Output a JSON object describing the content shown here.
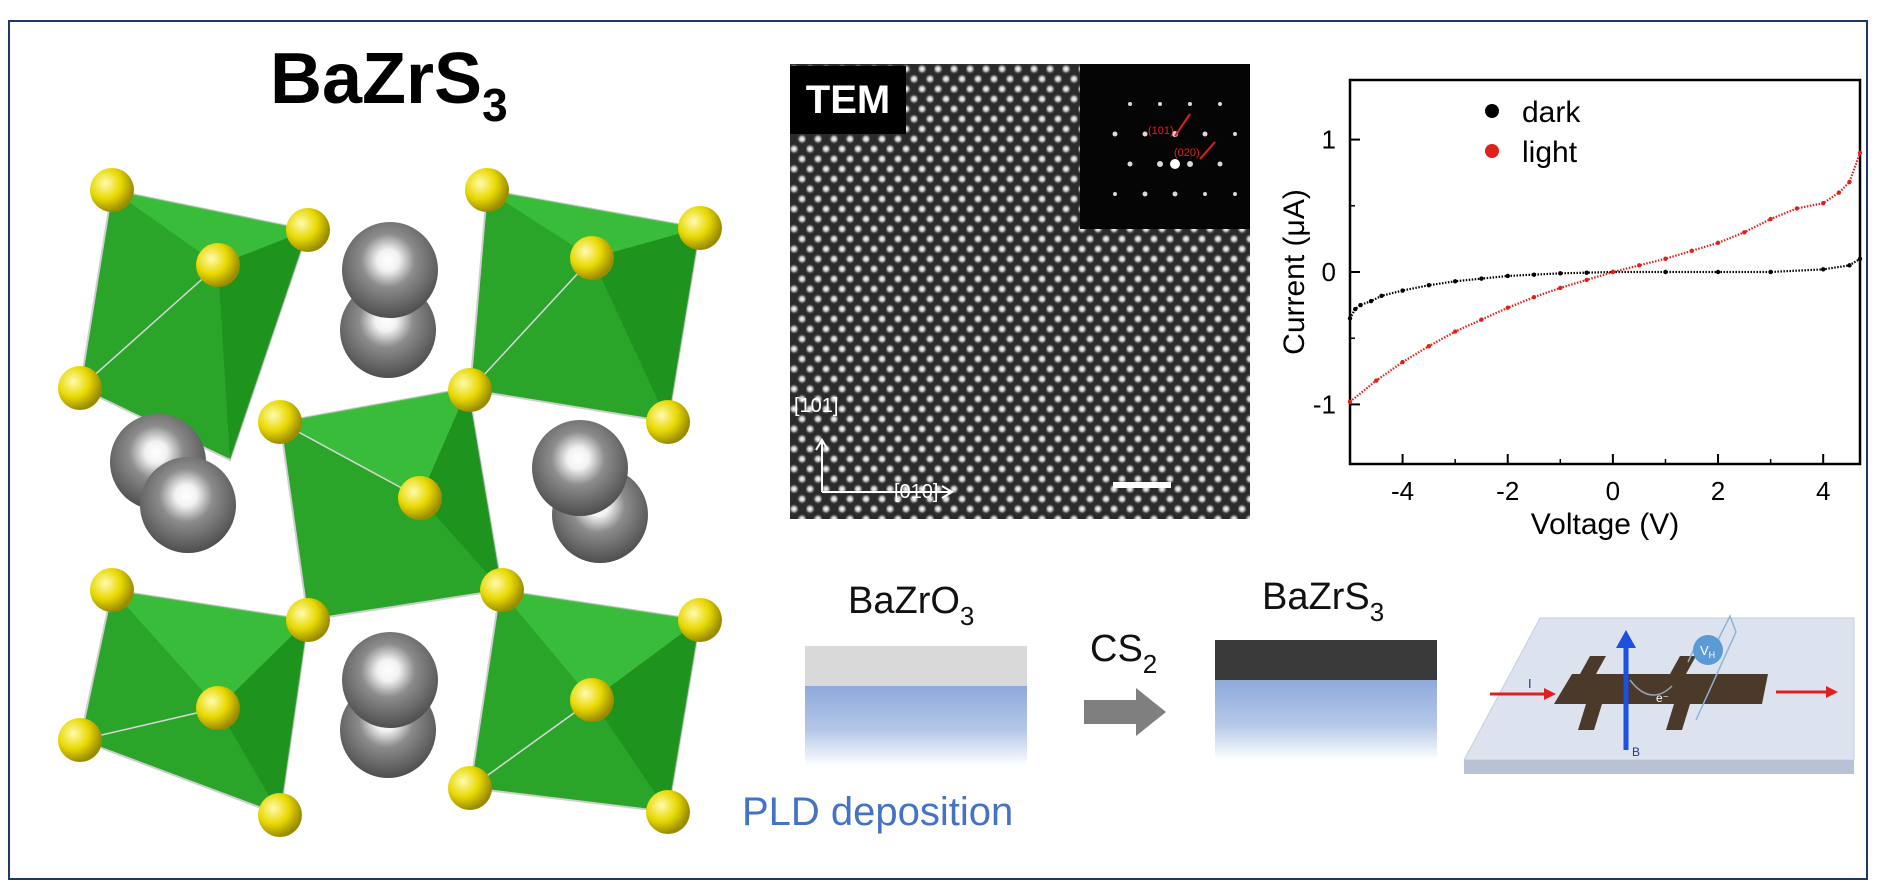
{
  "structure": {
    "formula_main": "BaZrS",
    "formula_sub": "3",
    "colors": {
      "octahedron": "#1fa01f",
      "sulfur": "#e8d800",
      "barium": "#7a7a7a"
    }
  },
  "tem": {
    "badge": "TEM",
    "axis_vertical": "[101]",
    "axis_horizontal": "[010]",
    "fft_label_1": "(101)",
    "fft_label_2": "(020)"
  },
  "chart_data": {
    "type": "scatter",
    "xlabel": "Voltage (V)",
    "ylabel": "Current (μA)",
    "xlim": [
      -5,
      4.7
    ],
    "ylim": [
      -1.45,
      1.45
    ],
    "xticks": [
      -4,
      -2,
      0,
      2,
      4
    ],
    "yticks": [
      -1,
      0,
      1
    ],
    "legend_position": "top-left",
    "series": [
      {
        "name": "dark",
        "color": "#000000",
        "x": [
          -5.0,
          -4.9,
          -4.8,
          -4.6,
          -4.4,
          -4.0,
          -3.5,
          -3.0,
          -2.5,
          -2.0,
          -1.5,
          -1.0,
          -0.5,
          0.0,
          1.0,
          2.0,
          3.0,
          4.0,
          4.5,
          4.7
        ],
        "y": [
          -0.35,
          -0.28,
          -0.25,
          -0.22,
          -0.18,
          -0.14,
          -0.1,
          -0.07,
          -0.05,
          -0.03,
          -0.02,
          -0.01,
          -0.005,
          0.0,
          0.0,
          0.0,
          0.0,
          0.02,
          0.05,
          0.1
        ]
      },
      {
        "name": "light",
        "color": "#e0201a",
        "x": [
          -5.0,
          -4.5,
          -4.0,
          -3.5,
          -3.0,
          -2.5,
          -2.0,
          -1.5,
          -1.0,
          -0.5,
          0.0,
          0.5,
          1.0,
          1.5,
          2.0,
          2.5,
          3.0,
          3.5,
          4.0,
          4.3,
          4.5,
          4.7
        ],
        "y": [
          -0.98,
          -0.82,
          -0.68,
          -0.56,
          -0.45,
          -0.36,
          -0.27,
          -0.19,
          -0.12,
          -0.06,
          0.0,
          0.05,
          0.1,
          0.16,
          0.22,
          0.3,
          0.4,
          0.48,
          0.52,
          0.6,
          0.68,
          0.9
        ]
      }
    ]
  },
  "process": {
    "left_label_main": "BaZrO",
    "left_label_sub": "3",
    "arrow_label_main": "CS",
    "arrow_label_sub": "2",
    "right_label_main": "BaZrS",
    "right_label_sub": "3",
    "deposition_label": "PLD deposition",
    "substrate_color": "#8eaadb",
    "oxide_color": "#d9d9d9",
    "sulfide_color": "#3a3a3a"
  },
  "hall": {
    "current_label": "I",
    "field_label": "B",
    "electron_label": "e⁻",
    "voltage_main": "V",
    "voltage_sub": "H"
  }
}
